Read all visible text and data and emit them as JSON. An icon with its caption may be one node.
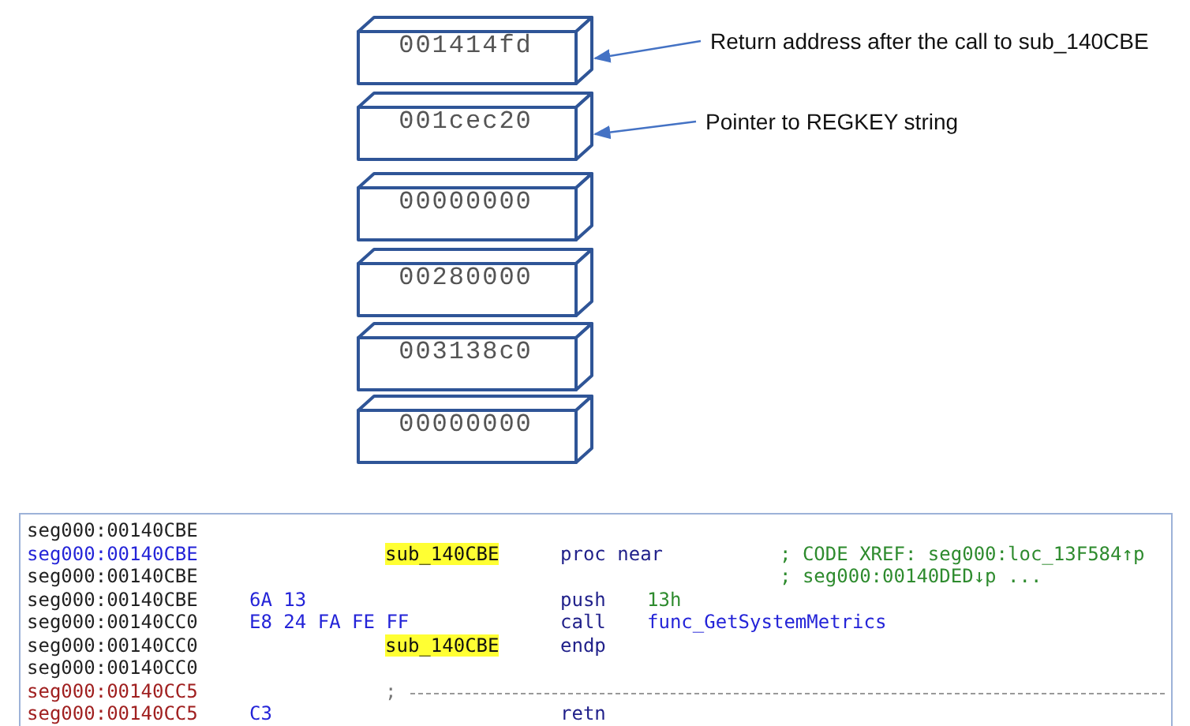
{
  "diagram": {
    "nodes": [
      {
        "text": [
          "001414fd"
        ]
      },
      {
        "text": [
          "001cec20"
        ]
      },
      {
        "text": [
          "00000000"
        ]
      },
      {
        "text": [
          "00280000"
        ]
      },
      {
        "text": [
          "003138c0"
        ]
      },
      {
        "text": [
          "00000000"
        ]
      },
      {
        "text": [
          "Return address after the call to sub_140CBE"
        ]
      },
      {
        "text": [
          "Pointer to REGKEY string"
        ]
      }
    ],
    "edges": [
      {
        "from": 6,
        "to": 0,
        "arrow": "to"
      },
      {
        "from": 7,
        "to": 1,
        "arrow": "to"
      }
    ],
    "labels": [
      "seg000:00140CBE",
      "seg000:00140CBE",
      "sub_140CBE",
      "proc near",
      "; CODE XREF: seg000:loc_13F584↑p",
      "seg000:00140CBE",
      "; seg000:00140DED↓p ...",
      "seg000:00140CBE",
      "6A 13",
      "push",
      "13h",
      "seg000:00140CC0",
      "E8 24 FA FE FF",
      "call",
      "func_GetSystemMetrics",
      "seg000:00140CC0",
      "sub_140CBE",
      "endp",
      "seg000:00140CC0",
      "seg000:00140CC5",
      ";",
      "seg000:00140CC5",
      "C3",
      "retn"
    ]
  }
}
